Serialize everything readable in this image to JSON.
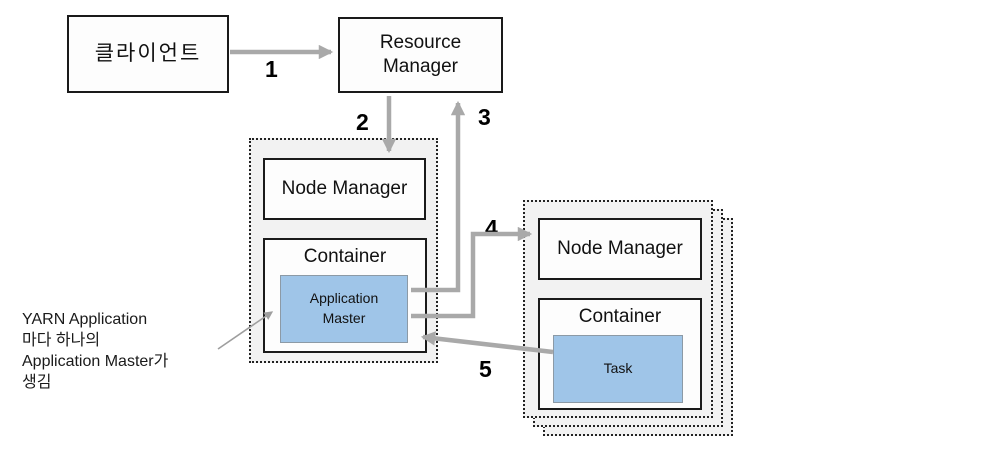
{
  "diagram": {
    "title_hint": "YARN application flow diagram",
    "client": {
      "label": "클라이언트"
    },
    "resource_manager": {
      "label": "Resource\nManager"
    },
    "left_node": {
      "node_manager_label": "Node Manager",
      "container_label": "Container",
      "application_master_label": "Application\nMaster"
    },
    "right_node": {
      "node_manager_label": "Node Manager",
      "container_label": "Container",
      "task_label": "Task"
    },
    "steps": [
      "1",
      "2",
      "3",
      "4",
      "5"
    ],
    "annotation": {
      "lines": [
        "YARN Application",
        "마다 하나의",
        "Application Master가",
        "생김"
      ]
    },
    "colors": {
      "arrow_gray": "#a9a9a9",
      "annotation_arrow_gray": "#9e9e9e",
      "highlight_blue": "#9fc5e8",
      "group_fill": "#f2f2f2",
      "box_border": "#1a1a1a"
    }
  }
}
